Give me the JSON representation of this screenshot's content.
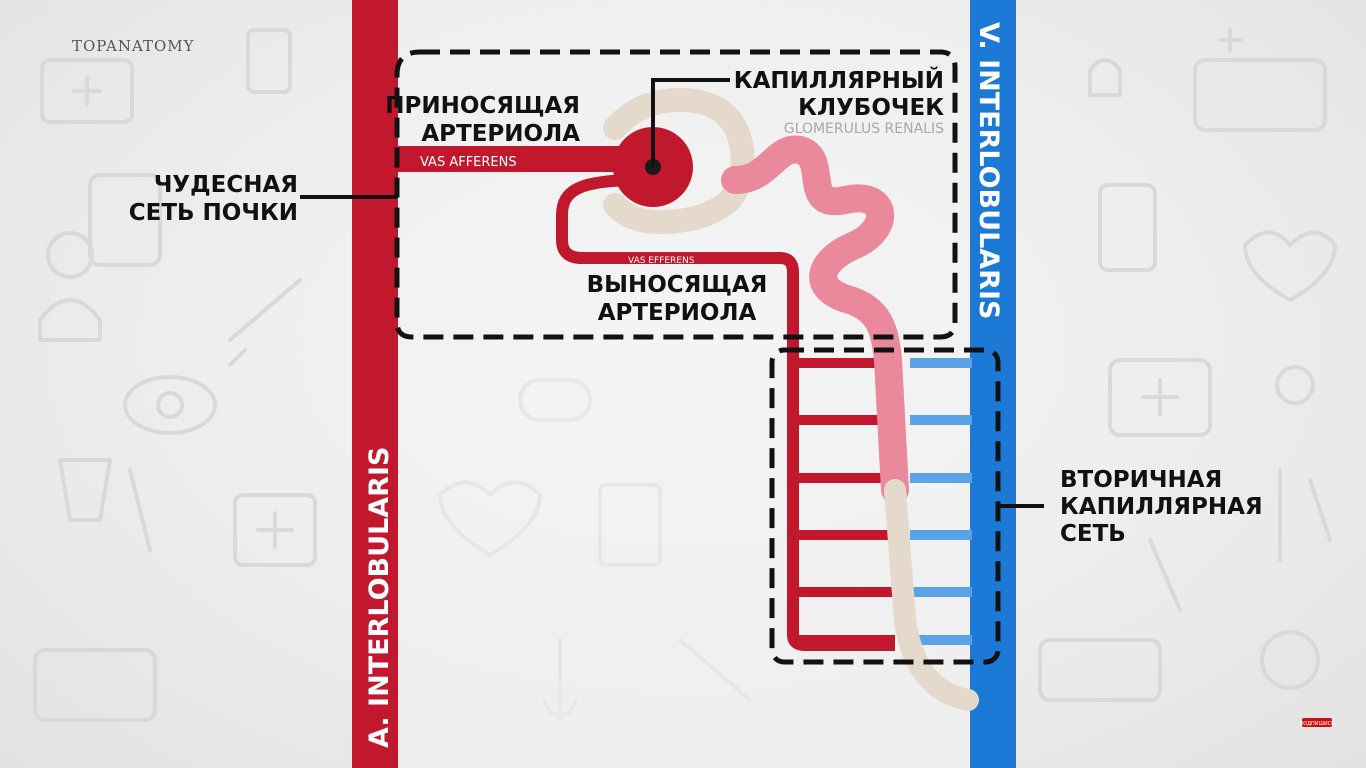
{
  "logo": "TOPANATOMY",
  "labels": {
    "afferent_1": "ПРИНОСЯЩАЯ",
    "afferent_2": "АРТЕРИОЛА",
    "afferent_latin": "VAS AFFERENS",
    "glomerulus_1": "КАПИЛЛЯРНЫЙ",
    "glomerulus_2": "КЛУБОЧЕК",
    "glomerulus_latin": "GLOMERULUS RENALIS",
    "rete_1": "ЧУДЕСНАЯ",
    "rete_2": "СЕТЬ ПОЧКИ",
    "efferent_latin": "VAS EFFERENS",
    "efferent_1": "ВЫНОСЯЩАЯ",
    "efferent_2": "АРТЕРИОЛА",
    "secondary_1": "ВТОРИЧНАЯ",
    "secondary_2": "КАПИЛЛЯРНАЯ",
    "secondary_3": "СЕТЬ"
  },
  "vessels": {
    "artery": "A. INTERLOBULARIS",
    "vein": "V. INTERLOBULARIS"
  },
  "subscribe": "ПОДПИШИСЬ",
  "colors": {
    "artery_red": "#c1182d",
    "vein_blue": "#1c7ad6",
    "vein_light": "#5aa3e6",
    "tubule_pink": "#ea899c",
    "capsule_beige": "#e5d9cb",
    "dashed_border": "#111111"
  }
}
